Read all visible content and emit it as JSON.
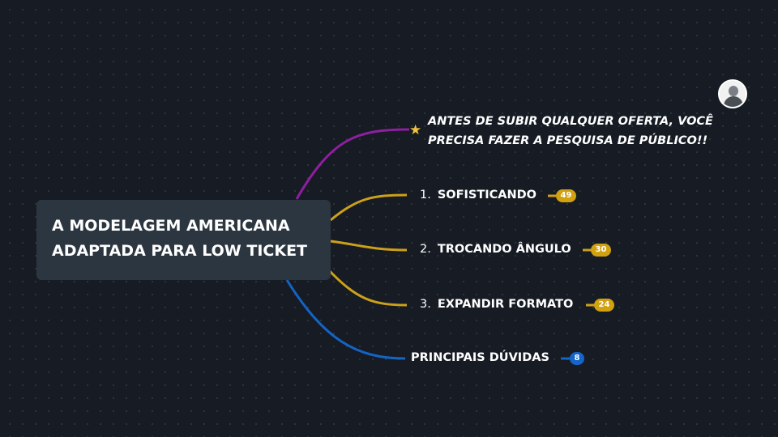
{
  "central_topic": {
    "line1": "A MODELAGEM AMERICANA",
    "line2": "ADAPTADA PARA LOW TICKET"
  },
  "note": {
    "line1": "ANTES DE SUBIR QUALQUER OFERTA, VOCÊ",
    "line2": "PRECISA FAZER A PESQUISA DE PÚBLICO!!",
    "icon": "star-icon"
  },
  "topics": [
    {
      "number": "1.",
      "label": "SOFISTICANDO",
      "count": "49"
    },
    {
      "number": "2.",
      "label": "TROCANDO ÂNGULO",
      "count": "30"
    },
    {
      "number": "3.",
      "label": "EXPANDIR FORMATO",
      "count": "24"
    },
    {
      "number": "",
      "label": "PRINCIPAIS DÚVIDAS",
      "count": "8"
    }
  ],
  "colors": {
    "background": "#161b24",
    "central_fill": "#2c3640",
    "branch_purple": "#8e1f9e",
    "branch_gold": "#cda01a",
    "branch_blue": "#1464c4",
    "star": "#f2c33a"
  }
}
